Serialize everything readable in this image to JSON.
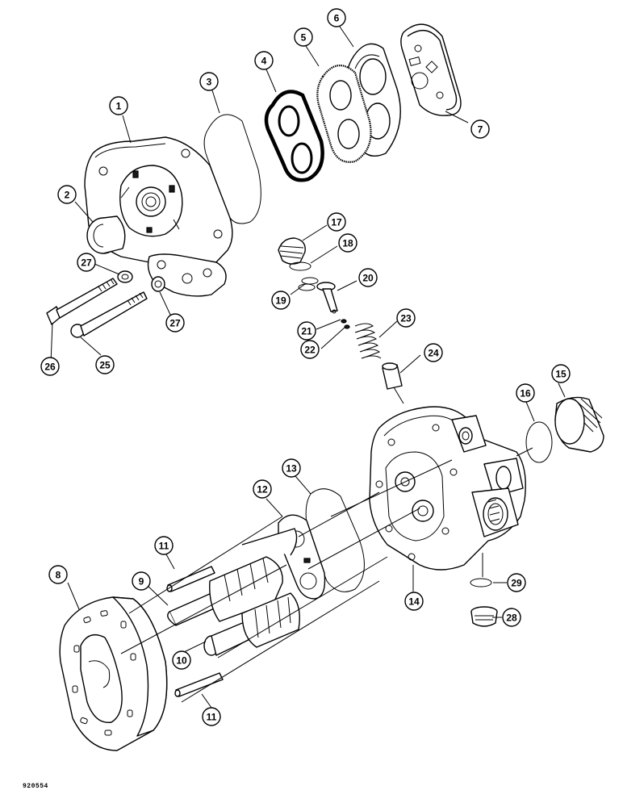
{
  "drawing_id": "920554",
  "callouts": [
    {
      "n": "1"
    },
    {
      "n": "2"
    },
    {
      "n": "3"
    },
    {
      "n": "4"
    },
    {
      "n": "5"
    },
    {
      "n": "6"
    },
    {
      "n": "7"
    },
    {
      "n": "8"
    },
    {
      "n": "9"
    },
    {
      "n": "10"
    },
    {
      "n": "11"
    },
    {
      "n": "11"
    },
    {
      "n": "12"
    },
    {
      "n": "13"
    },
    {
      "n": "14"
    },
    {
      "n": "15"
    },
    {
      "n": "16"
    },
    {
      "n": "17"
    },
    {
      "n": "18"
    },
    {
      "n": "19"
    },
    {
      "n": "20"
    },
    {
      "n": "21"
    },
    {
      "n": "22"
    },
    {
      "n": "23"
    },
    {
      "n": "24"
    },
    {
      "n": "25"
    },
    {
      "n": "26"
    },
    {
      "n": "27"
    },
    {
      "n": "27"
    },
    {
      "n": "28"
    },
    {
      "n": "29"
    }
  ]
}
